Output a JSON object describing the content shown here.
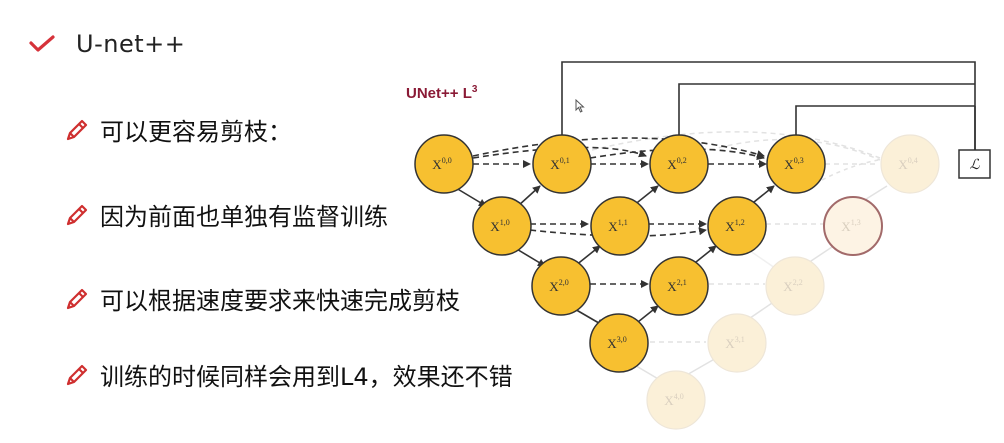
{
  "slide": {
    "title": "U-net++",
    "bullets": [
      "可以更容易剪枝：",
      "因为前面也单独有监督训练",
      "可以根据速度要求来快速完成剪枝",
      "训练的时候同样会用到L4，效果还不错"
    ]
  },
  "diagram": {
    "title": "UNet++ L",
    "title_sup": "3",
    "loss_label": "ℒ",
    "nodes": [
      {
        "id": "0,0",
        "base": "X",
        "sup": "0,0",
        "active": true
      },
      {
        "id": "0,1",
        "base": "X",
        "sup": "0,1",
        "active": true
      },
      {
        "id": "0,2",
        "base": "X",
        "sup": "0,2",
        "active": true
      },
      {
        "id": "0,3",
        "base": "X",
        "sup": "0,3",
        "active": true
      },
      {
        "id": "0,4",
        "base": "X",
        "sup": "0,4",
        "active": false
      },
      {
        "id": "1,0",
        "base": "X",
        "sup": "1,0",
        "active": true
      },
      {
        "id": "1,1",
        "base": "X",
        "sup": "1,1",
        "active": true
      },
      {
        "id": "1,2",
        "base": "X",
        "sup": "1,2",
        "active": true
      },
      {
        "id": "1,3",
        "base": "X",
        "sup": "1,3",
        "active": false
      },
      {
        "id": "2,0",
        "base": "X",
        "sup": "2,0",
        "active": true
      },
      {
        "id": "2,1",
        "base": "X",
        "sup": "2,1",
        "active": true
      },
      {
        "id": "2,2",
        "base": "X",
        "sup": "2,2",
        "active": false
      },
      {
        "id": "3,0",
        "base": "X",
        "sup": "3,0",
        "active": true
      },
      {
        "id": "3,1",
        "base": "X",
        "sup": "3,1",
        "active": false
      },
      {
        "id": "4,0",
        "base": "X",
        "sup": "4,0",
        "active": false
      }
    ],
    "colors": {
      "node_active": "#f7c030",
      "node_border": "#333333",
      "node_faded": "#fbf0d8",
      "node_faded_border": "#eee6d8",
      "pruned_border": "#a26a6a",
      "check_red": "#d6323a",
      "pencil_red": "#cf2f2f",
      "title_color": "#8a1a36"
    },
    "icons": [
      "check-icon",
      "pencil-icon",
      "cursor-icon"
    ]
  }
}
